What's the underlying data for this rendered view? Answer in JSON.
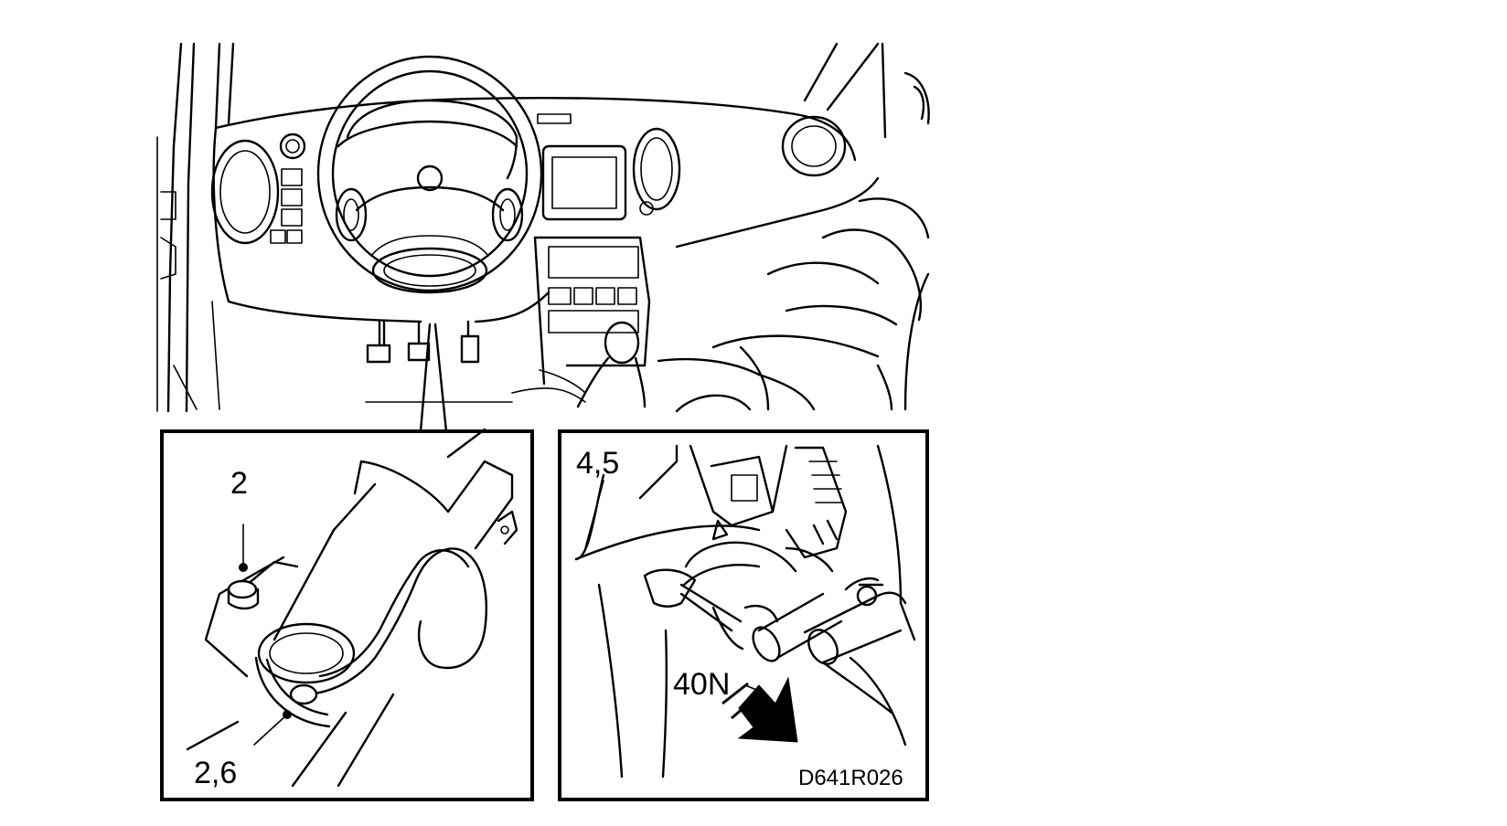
{
  "figure": {
    "drawing_code": "D641R026",
    "callouts": {
      "left_top": "2",
      "left_bottom": "2,6",
      "right_top": "4,5",
      "force": "40N"
    }
  }
}
